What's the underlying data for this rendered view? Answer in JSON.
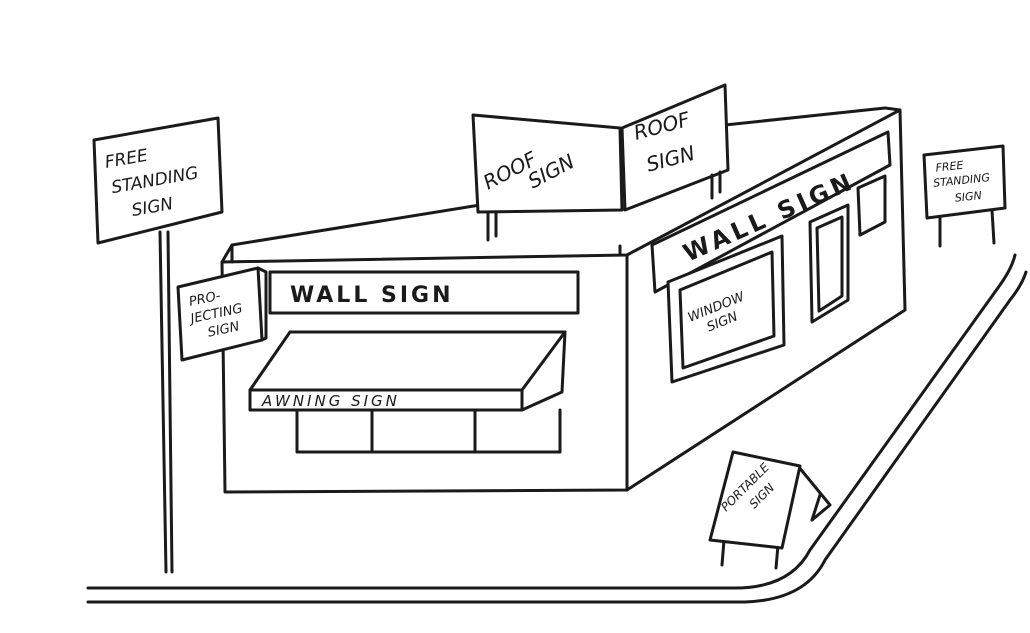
{
  "signs": {
    "free_standing_left": [
      "FREE",
      "STANDING",
      "SIGN"
    ],
    "projecting": [
      "PRO-",
      "JECTING",
      "SIGN"
    ],
    "wall_front": "WALL SIGN",
    "awning": "AWNING SIGN",
    "roof_left": [
      "ROOF",
      "SIGN"
    ],
    "roof_right": [
      "ROOF",
      "SIGN"
    ],
    "wall_side": "WALL SIGN",
    "window": [
      "WINDOW",
      "SIGN"
    ],
    "free_standing_right": [
      "FREE",
      "STANDING",
      "SIGN"
    ],
    "portable": [
      "PORTABLE",
      "SIGN"
    ]
  },
  "colors": {
    "ink": "#1a1a1a",
    "paper": "#ffffff"
  }
}
